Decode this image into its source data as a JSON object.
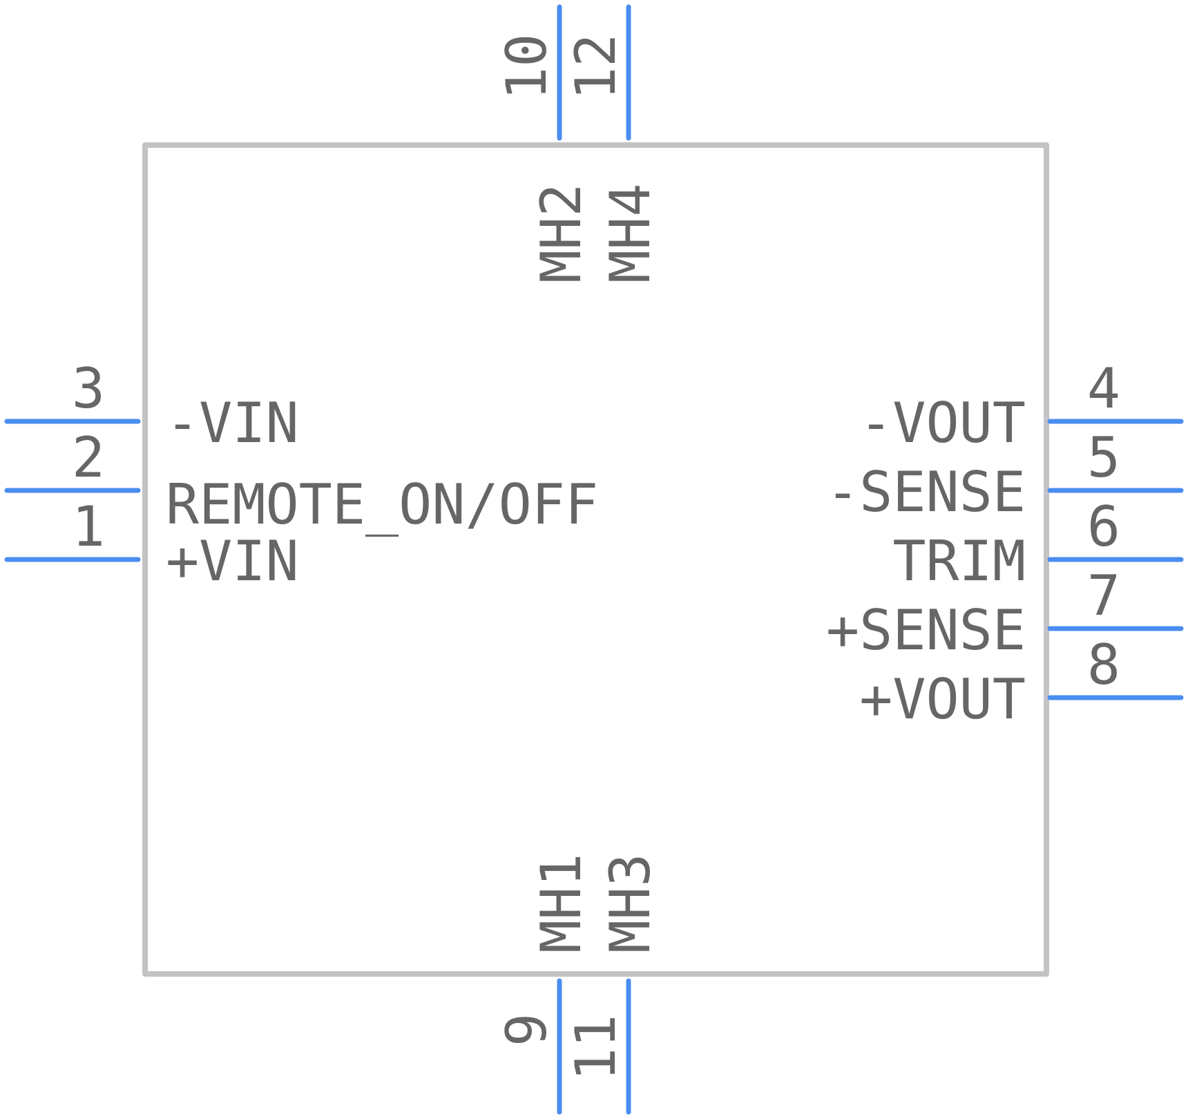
{
  "symbol": {
    "colors": {
      "pin": "#4a8df0",
      "body_outline": "#c3c3c3",
      "text": "#666666",
      "background": "#ffffff"
    },
    "left_pins": [
      {
        "number": "3",
        "name": "-VIN"
      },
      {
        "number": "2",
        "name": "REMOTE_ON/OFF"
      },
      {
        "number": "1",
        "name": "+VIN"
      }
    ],
    "right_pins": [
      {
        "number": "4",
        "name": "-VOUT"
      },
      {
        "number": "5",
        "name": "-SENSE"
      },
      {
        "number": "6",
        "name": "TRIM"
      },
      {
        "number": "7",
        "name": "+SENSE"
      },
      {
        "number": "8",
        "name": "+VOUT"
      }
    ],
    "top_pins": [
      {
        "number": "10",
        "name": "MH2"
      },
      {
        "number": "12",
        "name": "MH4"
      }
    ],
    "bottom_pins": [
      {
        "number": "9",
        "name": "MH1"
      },
      {
        "number": "11",
        "name": "MH3"
      }
    ]
  }
}
